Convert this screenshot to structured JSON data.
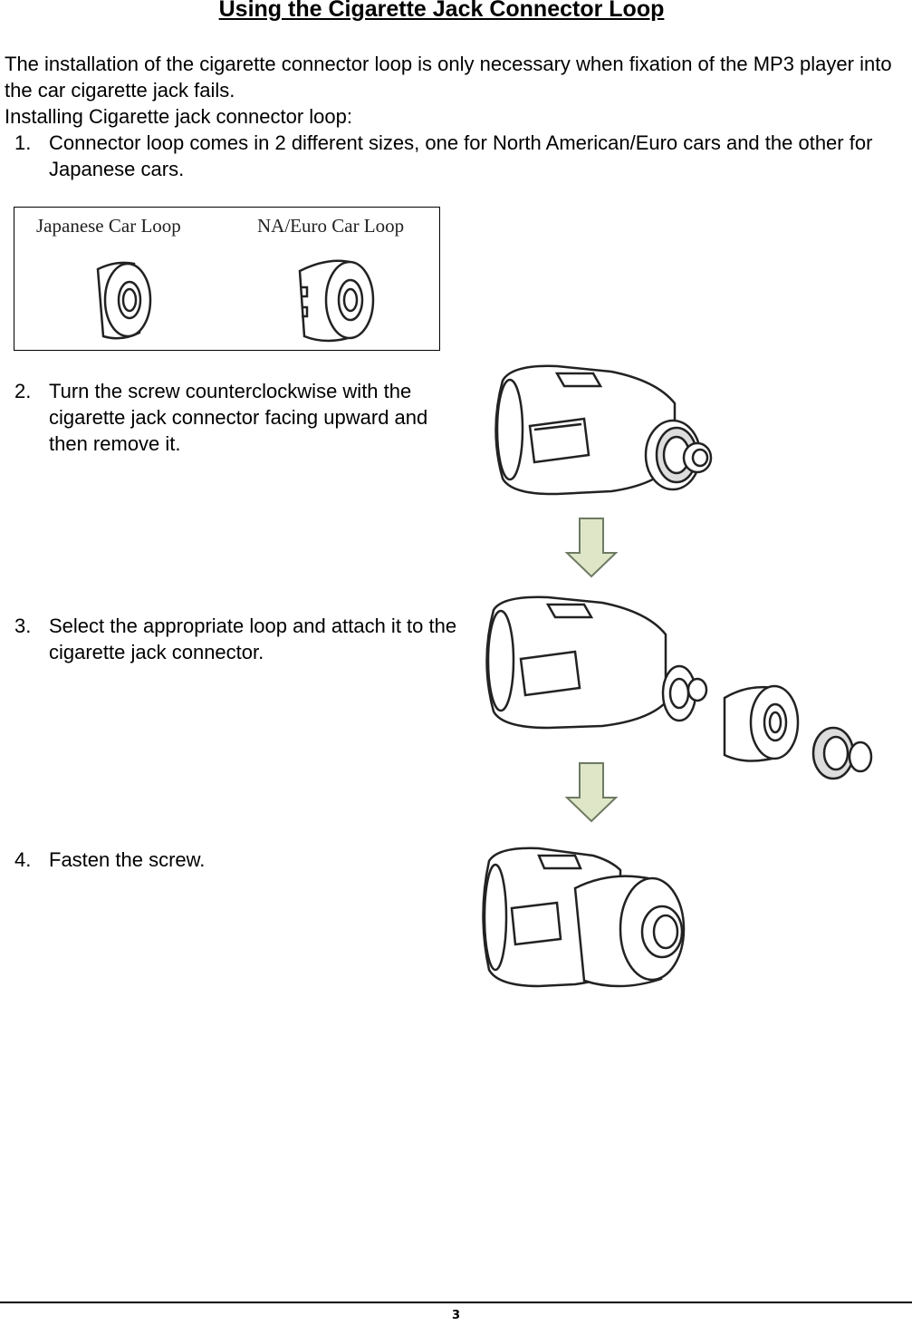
{
  "title": "Using the Cigarette Jack Connector Loop",
  "intro": "The installation of the cigarette connector loop is only necessary when fixation of the MP3 player into the car cigarette jack fails.",
  "installing_label": "Installing Cigarette jack connector loop:",
  "steps": [
    {
      "num": "1.",
      "text": "Connector loop comes in 2 different sizes, one for North American/Euro cars and the other for Japanese cars."
    },
    {
      "num": "2.",
      "text": "Turn the screw counterclockwise with the cigarette jack connector facing upward and then remove it."
    },
    {
      "num": "3.",
      "text": "Select the appropriate loop and attach it to the cigarette jack connector."
    },
    {
      "num": "4.",
      "text": "Fasten the screw."
    }
  ],
  "loops": {
    "japanese_label": "Japanese Car Loop",
    "na_euro_label": "NA/Euro Car Loop"
  },
  "page_number": "3",
  "colors": {
    "arrow_fill": "#dfe6c8",
    "arrow_stroke": "#6d7a62",
    "line": "#222222"
  }
}
